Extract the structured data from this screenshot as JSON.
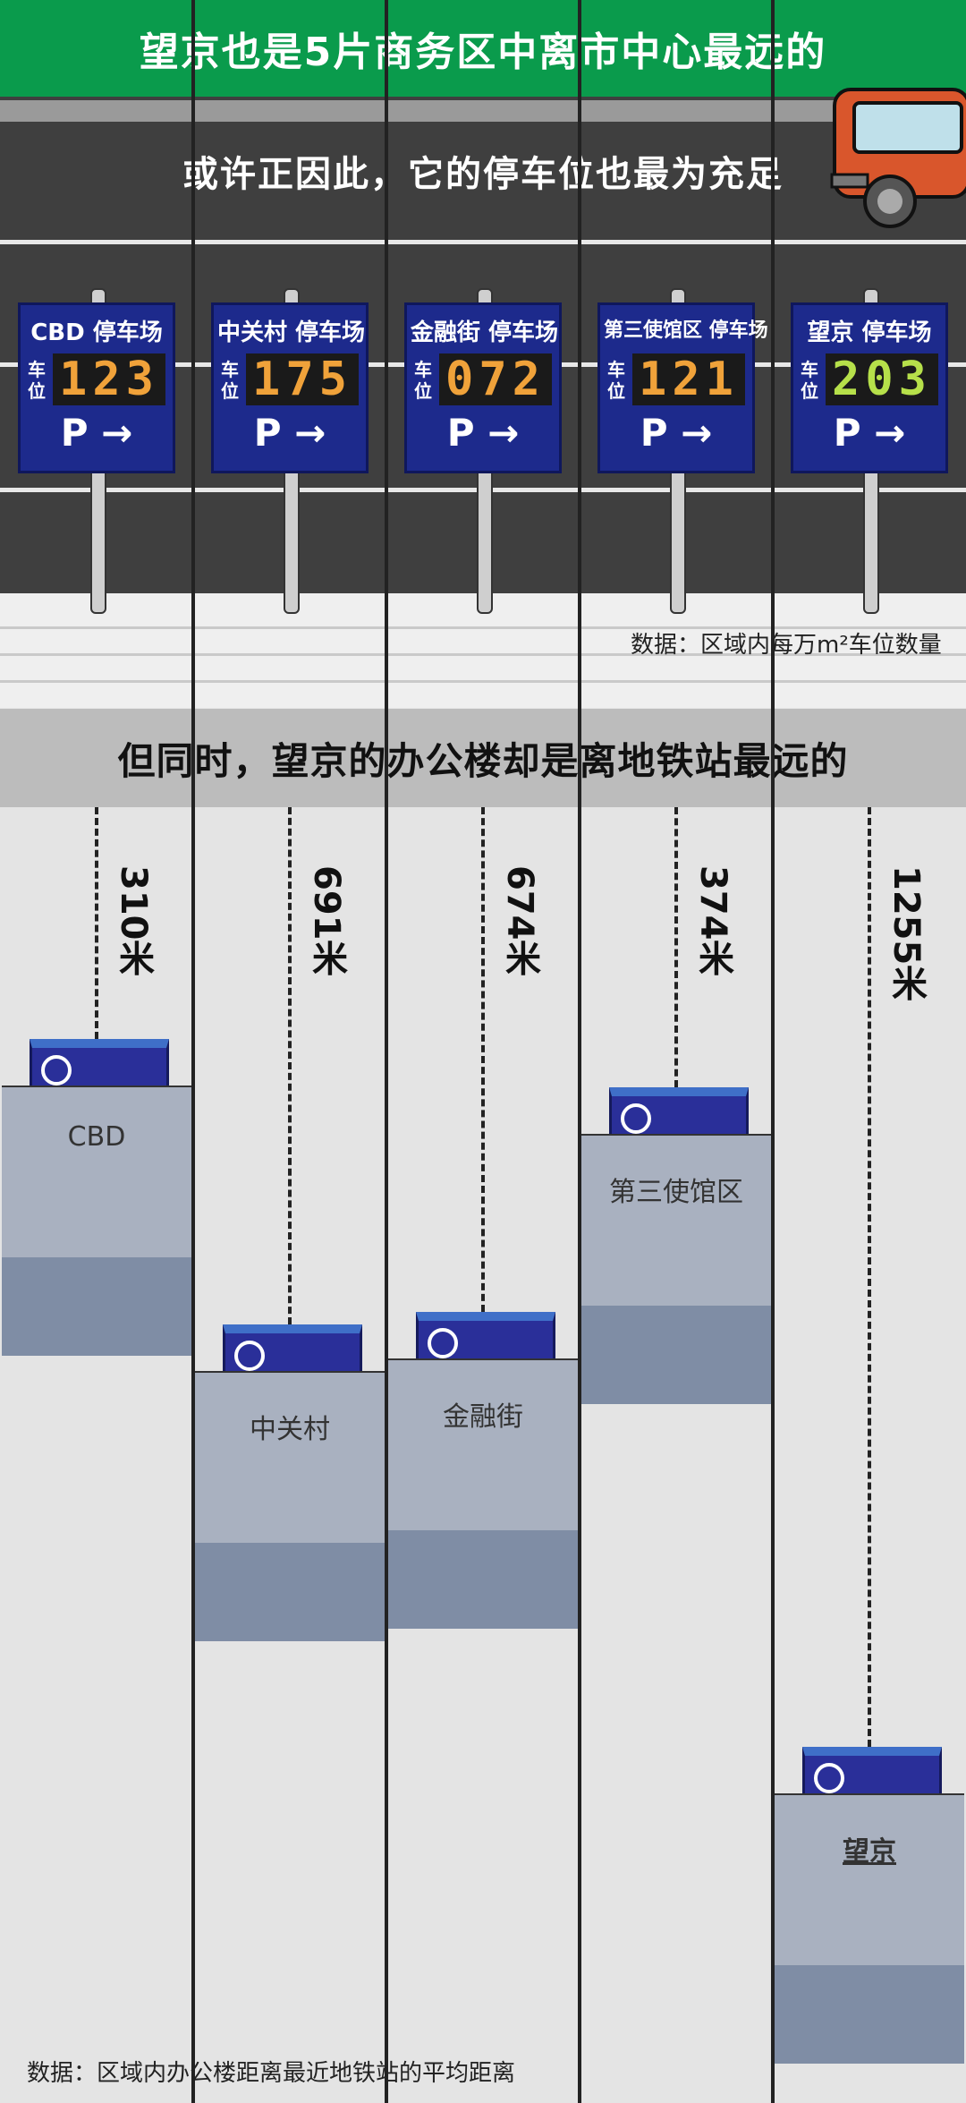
{
  "header": {
    "title": "望京也是5片商务区中离市中心最远的",
    "subtitle": "或许正因此，它的停车位也最为充足",
    "mid_title": "但同时，望京的办公楼却是离地铁站最远的",
    "parking_note": "数据：区域内每万m²车位数量",
    "distance_note": "数据：区域内办公楼距离最近地铁站的平均距离"
  },
  "sign_common": {
    "suffix": "停车场",
    "slot_label_1": "车",
    "slot_label_2": "位",
    "arrow": "P →"
  },
  "colors": {
    "green": "#0a9b4c",
    "sign_blue": "#1d2a8c",
    "digit_orange": "#f0a23a",
    "digit_green": "#b6e04a",
    "block_light": "#a9b1c0",
    "block_dark": "#7f8da5"
  },
  "chart_data": [
    {
      "type": "bar",
      "categories": [
        "CBD",
        "中关村",
        "金融街",
        "第三使馆区",
        "望京"
      ],
      "values": [
        123,
        175,
        72,
        121,
        203
      ],
      "value_labels": [
        "123",
        "175",
        "072",
        "121",
        "203"
      ],
      "title": "",
      "xlabel": "",
      "ylabel": ""
    },
    {
      "type": "bar",
      "categories": [
        "CBD",
        "中关村",
        "金融街",
        "第三使馆区",
        "望京"
      ],
      "values": [
        310,
        691,
        674,
        374,
        1255
      ],
      "value_labels": [
        "310米",
        "691米",
        "674米",
        "374米",
        "1255米"
      ],
      "title": "",
      "xlabel": "",
      "ylabel": ""
    }
  ]
}
